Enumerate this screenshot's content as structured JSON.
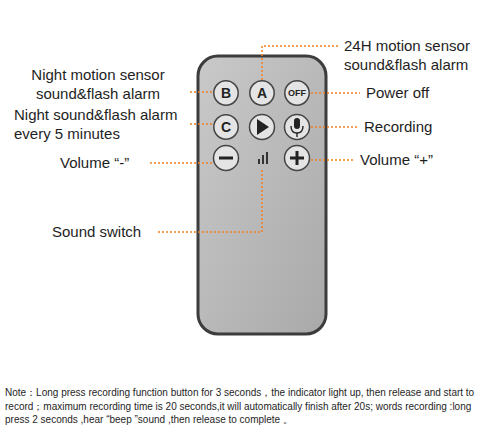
{
  "diagram": {
    "nodes": [
      {
        "text": [
          "B"
        ]
      },
      {
        "text": [
          "A"
        ]
      },
      {
        "text": [
          "OFF"
        ]
      },
      {
        "text": [
          "C"
        ]
      }
    ],
    "labels": [
      "24H motion sensor sound&flash alarm",
      "Night motion sensor sound&flash alarm",
      "Power off",
      "Night sound&flash alarm every 5 minutes",
      "Recording",
      "Volume “-”",
      "Volume “+”",
      "Sound switch",
      "Note：Long press recording function button for 3 seconds，the indicator light up, then release and start to record；maximum recording time is 20 seconds,it will automatically finish after 20s; words recording :long press 2 seconds ,hear “beep ”sound ,then release to complete 。"
    ]
  }
}
